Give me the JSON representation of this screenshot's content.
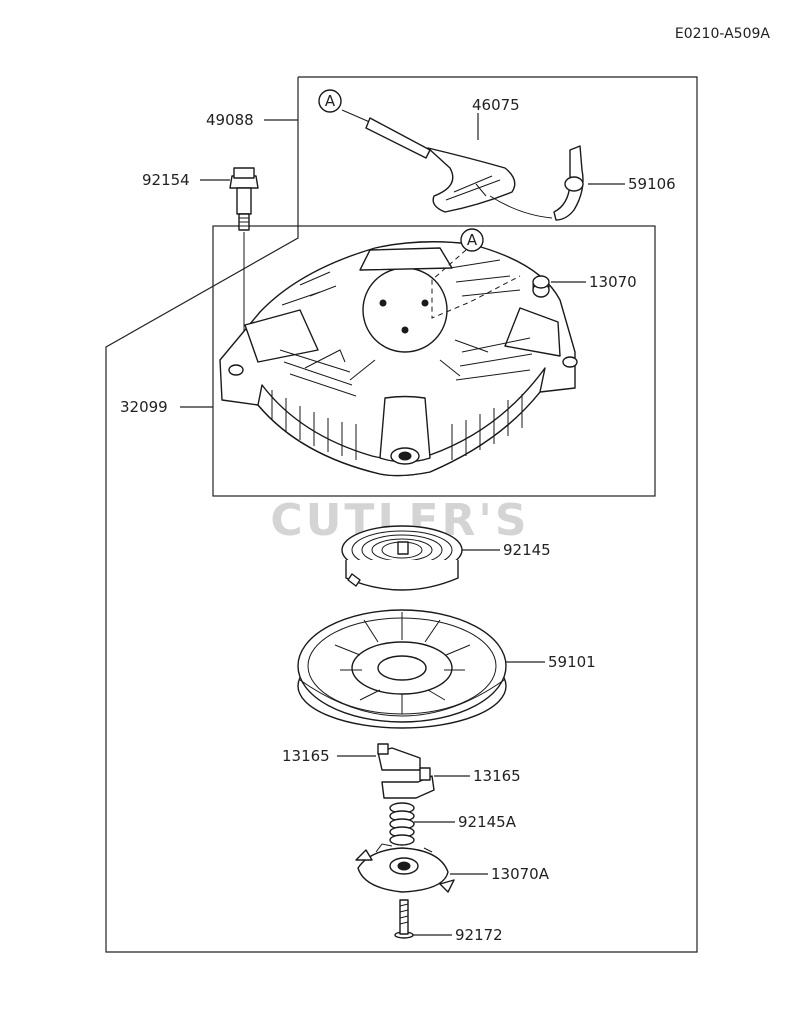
{
  "diagram_code": "E0210-A509A",
  "watermark": "CUTLER'S",
  "callout_marker": "A",
  "parts": {
    "p49088": "49088",
    "p46075": "46075",
    "p92154": "92154",
    "p59106": "59106",
    "p13070": "13070",
    "p32099": "32099",
    "p92145": "92145",
    "p59101": "59101",
    "p13165a": "13165",
    "p13165b": "13165",
    "p92145A": "92145A",
    "p13070A": "13070A",
    "p92172": "92172"
  }
}
